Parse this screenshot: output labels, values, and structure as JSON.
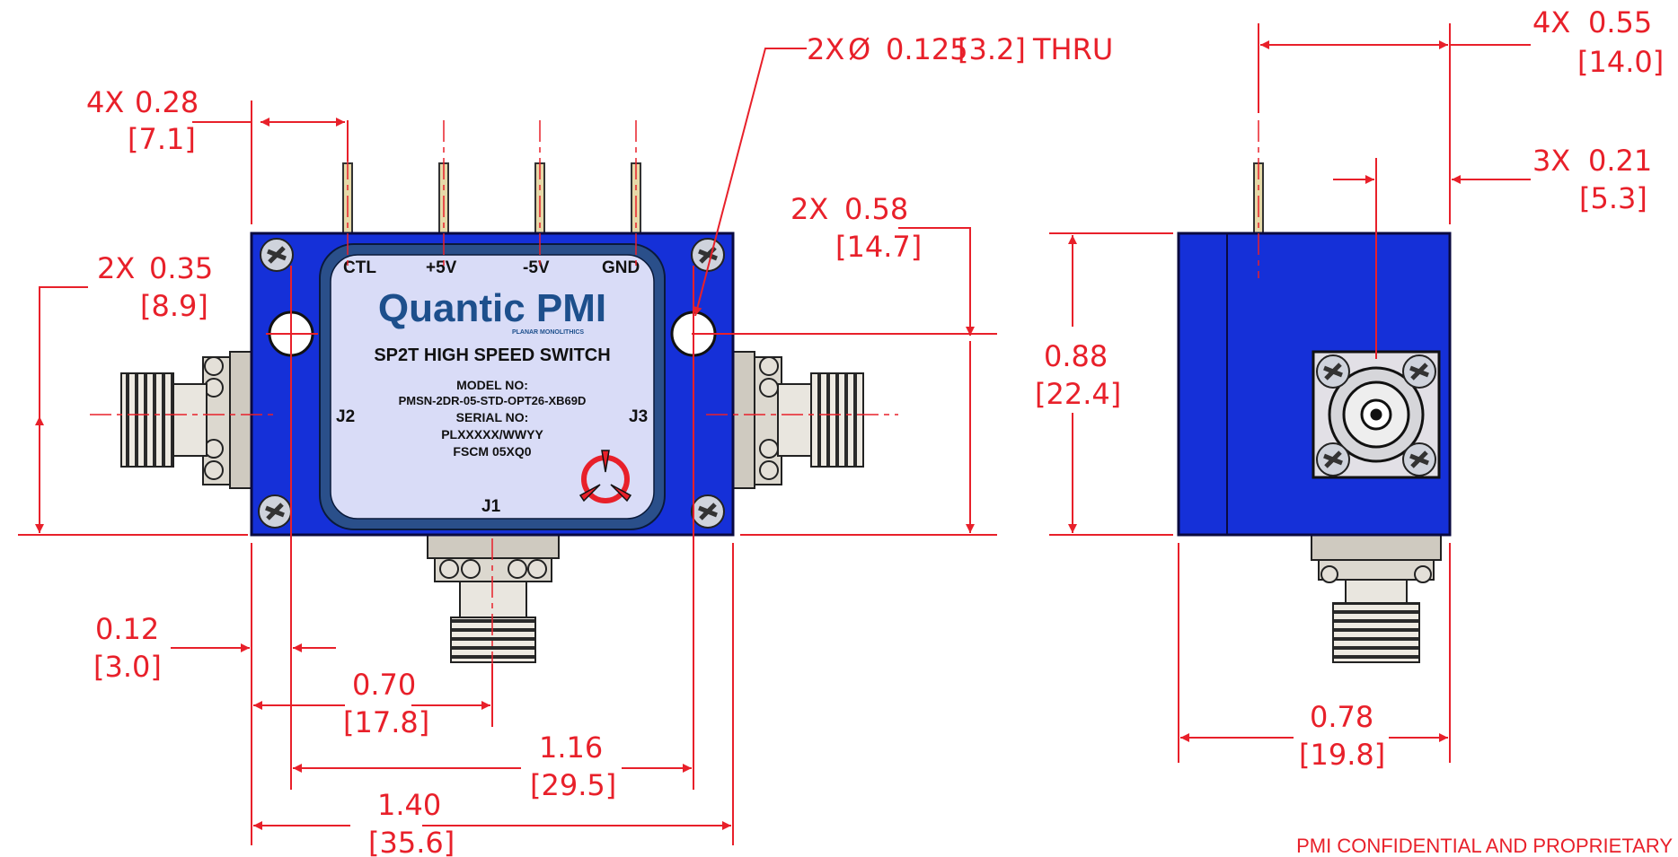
{
  "colors": {
    "dimension": "#e8202a",
    "body": "#1530d8",
    "label_bg": "#d9dcf7",
    "label_ring": "#2a4f8a",
    "connector": "#e9e6df"
  },
  "front_view": {
    "label": {
      "ctl": "CTL",
      "p5v": "+5V",
      "m5v": "-5V",
      "gnd": "GND",
      "brand": "Quantic PMI",
      "brand_sub": "PLANAR MONOLITHICS",
      "title": "SP2T HIGH SPEED SWITCH",
      "model_label": "MODEL NO:",
      "model": "PMSN-2DR-05-STD-OPT26-XB69D",
      "serial_label": "SERIAL NO:",
      "serial": "PLXXXXX/WWYY",
      "fscm": "FSCM 05XQ0",
      "j1": "J1",
      "j2": "J2",
      "j3": "J3"
    },
    "dims": {
      "pin_spacing": {
        "qty": "4X",
        "in": "0.28",
        "mm": "[7.1]"
      },
      "hole": {
        "qty": "2X",
        "sym": "Ø",
        "in": "0.125",
        "mm": "[3.2]",
        "suffix": "THRU"
      },
      "hole_height": {
        "qty": "2X",
        "in": "0.58",
        "mm": "[14.7]"
      },
      "conn_height": {
        "qty": "2X",
        "in": "0.35",
        "mm": "[8.9]"
      },
      "edge_offset": {
        "in": "0.12",
        "mm": "[3.0]"
      },
      "j1_offset": {
        "in": "0.70",
        "mm": "[17.8]"
      },
      "hole_spacing": {
        "in": "1.16",
        "mm": "[29.5]"
      },
      "width": {
        "in": "1.40",
        "mm": "[35.6]"
      }
    }
  },
  "side_view": {
    "dims": {
      "depth_top": {
        "qty": "4X",
        "in": "0.55",
        "mm": "[14.0]"
      },
      "pin_offset": {
        "qty": "3X",
        "in": "0.21",
        "mm": "[5.3]"
      },
      "height": {
        "in": "0.88",
        "mm": "[22.4]"
      },
      "depth": {
        "in": "0.78",
        "mm": "[19.8]"
      }
    }
  },
  "footer": {
    "confidential": "PMI CONFIDENTIAL AND PROPRIETARY"
  }
}
